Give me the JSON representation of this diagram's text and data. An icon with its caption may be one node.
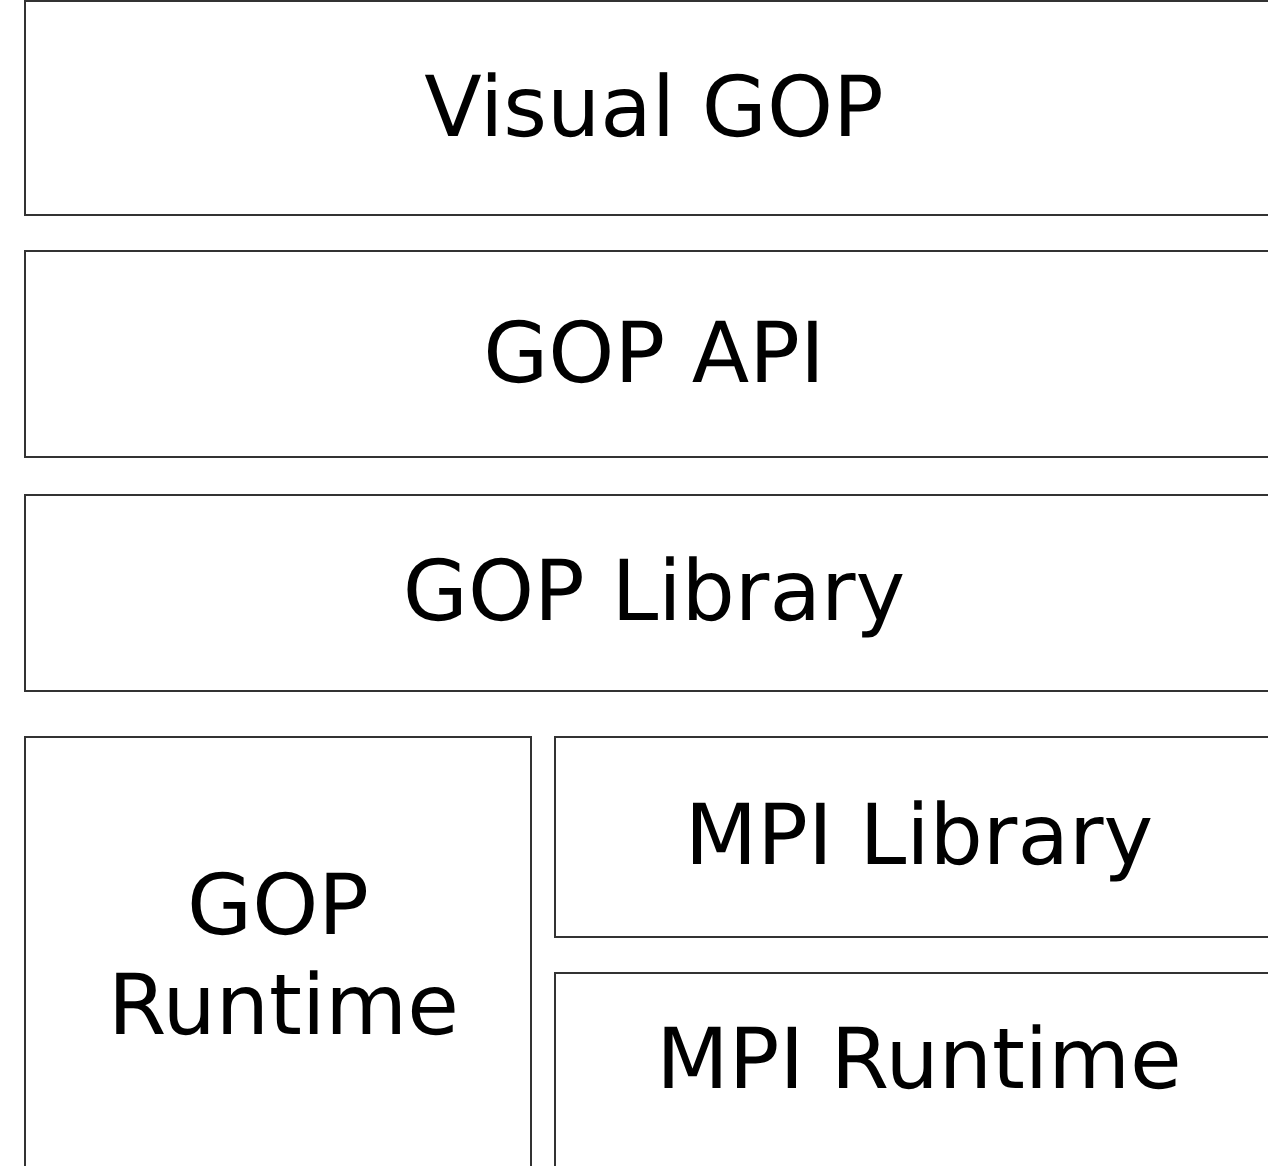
{
  "diagram": {
    "nodes": [
      {
        "text": [
          "Visual GOP"
        ]
      },
      {
        "text": [
          "GOP API"
        ]
      },
      {
        "text": [
          "GOP Library"
        ]
      },
      {
        "text": [
          "GOP Runtime"
        ]
      },
      {
        "text": [
          "MPI Library"
        ]
      },
      {
        "text": [
          "MPI Runtime"
        ]
      }
    ]
  }
}
